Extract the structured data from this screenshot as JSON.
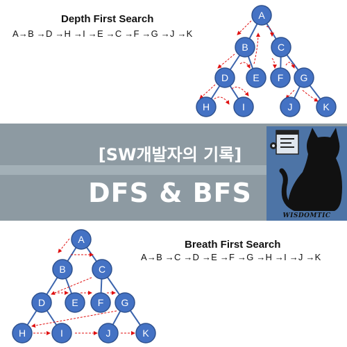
{
  "dfs": {
    "title": "Depth First Search",
    "sequence": "A→B →D →H →I →E →C →F →G →J →K"
  },
  "bfs": {
    "title": "Breath First Search",
    "sequence": "A→B →C →D →E →F →G →H →I →J →K"
  },
  "banner": {
    "subtitle": "[SW개발자의 기록]",
    "title": "DFS & BFS",
    "logo_text": "WISDOMTIC"
  },
  "nodes": [
    "A",
    "B",
    "C",
    "D",
    "E",
    "F",
    "G",
    "H",
    "I",
    "J",
    "K"
  ],
  "edges": [
    [
      "A",
      "B"
    ],
    [
      "A",
      "C"
    ],
    [
      "B",
      "D"
    ],
    [
      "B",
      "E"
    ],
    [
      "C",
      "F"
    ],
    [
      "C",
      "G"
    ],
    [
      "D",
      "H"
    ],
    [
      "D",
      "I"
    ],
    [
      "G",
      "J"
    ],
    [
      "G",
      "K"
    ]
  ],
  "colors": {
    "node": "#4472c4",
    "node_border": "#2f528f",
    "arrow": "#e01010",
    "banner": "#8d9aa2",
    "logo_bg": "#4d74a6"
  },
  "icons": [
    "cat-silhouette-icon",
    "code-window-icon"
  ]
}
